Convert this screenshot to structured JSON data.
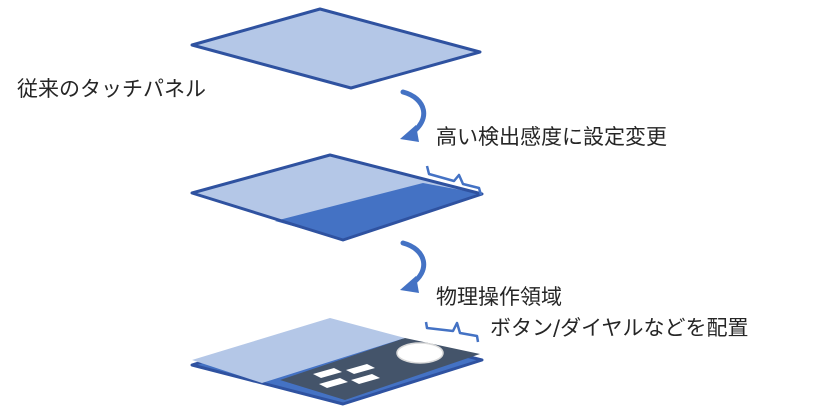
{
  "labels": {
    "conventional": "従来のタッチパネル",
    "high_sensitivity": "高い検出感度に設定変更",
    "physical_area": "物理操作領域",
    "controls": "ボタン/ダイヤルなどを配置"
  },
  "colors": {
    "panel_light": "#b4c7e7",
    "panel_stroke": "#2f52a0",
    "panel_dark": "#4472c4",
    "arrow": "#4472c4",
    "brace": "#4472c4",
    "control_board": "#44546a",
    "text": "#262626"
  },
  "icons": {
    "arrow": "curved-arrow-icon",
    "brace": "curly-brace-icon"
  }
}
